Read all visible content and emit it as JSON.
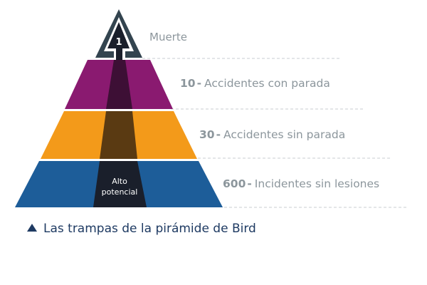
{
  "pyramid": {
    "top_number": "1",
    "top_label": "Muerte",
    "arrow_text_line1": "Alto",
    "arrow_text_line2": "potencial",
    "levels": [
      {
        "number": "10",
        "label": "Accidentes con parada",
        "color": "#8a1a70"
      },
      {
        "number": "30",
        "label": "Accidentes sin parada",
        "color": "#f39a1a"
      },
      {
        "number": "600",
        "label": "Incidentes sin lesiones",
        "color": "#1d5d99"
      }
    ],
    "top_color": "#33444f",
    "arrow_color": "#1a1f2b"
  },
  "caption": "Las trampas de la pirámide de Bird",
  "colors": {
    "label_text": "#8c969c",
    "caption_text": "#1e3a62",
    "dashed_line": "#c8cdd1"
  }
}
